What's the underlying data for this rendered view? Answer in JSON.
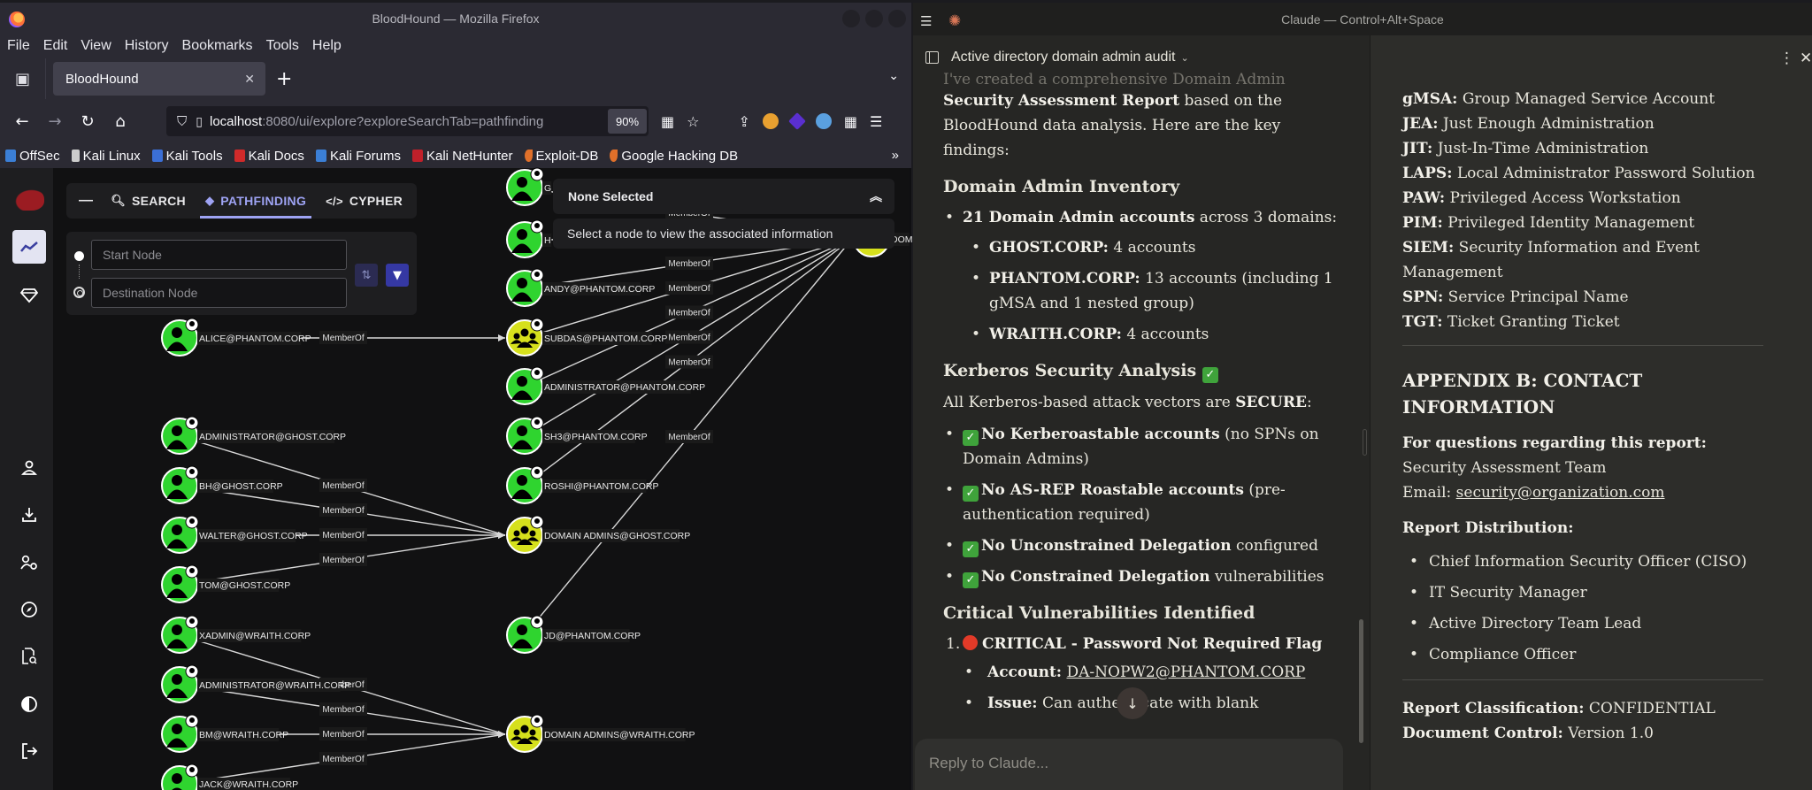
{
  "firefox": {
    "window_title": "BloodHound — Mozilla Firefox",
    "menu": [
      "File",
      "Edit",
      "View",
      "History",
      "Bookmarks",
      "Tools",
      "Help"
    ],
    "tab_title": "BloodHound",
    "url_host": "localhost",
    "url_path": ":8080/ui/explore?exploreSearchTab=pathfinding",
    "zoom": "90%",
    "bookmarks": [
      {
        "label": "OffSec",
        "color": "#3b7fd6"
      },
      {
        "label": "Kali Linux",
        "color": "#cccccc"
      },
      {
        "label": "Kali Tools",
        "color": "#3b6fd6"
      },
      {
        "label": "Kali Docs",
        "color": "#d02a2a"
      },
      {
        "label": "Kali Forums",
        "color": "#3b7fd6"
      },
      {
        "label": "Kali NetHunter",
        "color": "#c0202a"
      },
      {
        "label": "Exploit-DB",
        "color": "#e0702a"
      },
      {
        "label": "Google Hacking DB",
        "color": "#e0702a"
      }
    ]
  },
  "bloodhound": {
    "search_tabs": [
      {
        "label": "SEARCH",
        "icon": "search-icon"
      },
      {
        "label": "PATHFINDING",
        "icon": "pathfinding-icon",
        "active": true
      },
      {
        "label": "CYPHER",
        "icon": "code-icon"
      }
    ],
    "start_placeholder": "Start Node",
    "dest_placeholder": "Destination Node",
    "info_title": "None Selected",
    "info_message": "Select a node to view the associated information",
    "edge_label": "MemberOf",
    "user_color": "#2fd42f",
    "group_color": "#d6e01c",
    "nodes": [
      {
        "id": "g",
        "label": "G",
        "type": "user"
      },
      {
        "id": "h",
        "label": "H",
        "type": "user"
      },
      {
        "id": "andy",
        "label": "ANDY@PHANTOM.CORP",
        "type": "user"
      },
      {
        "id": "subdas",
        "label": "SUBDAS@PHANTOM.CORP",
        "type": "group"
      },
      {
        "id": "admphantom",
        "label": "ADMINISTRATOR@PHANTOM.CORP",
        "type": "user"
      },
      {
        "id": "sh3",
        "label": "SH3@PHANTOM.CORP",
        "type": "user"
      },
      {
        "id": "roshi",
        "label": "ROSHI@PHANTOM.CORP",
        "type": "user"
      },
      {
        "id": "daghost",
        "label": "DOMAIN ADMINS@GHOST.CORP",
        "type": "group"
      },
      {
        "id": "jd",
        "label": "JD@PHANTOM.CORP",
        "type": "user"
      },
      {
        "id": "dawraith",
        "label": "DOMAIN ADMINS@WRAITH.CORP",
        "type": "group"
      },
      {
        "id": "alice",
        "label": "ALICE@PHANTOM.CORP",
        "type": "user"
      },
      {
        "id": "admghost",
        "label": "ADMINISTRATOR@GHOST.CORP",
        "type": "user"
      },
      {
        "id": "bh",
        "label": "BH@GHOST.CORP",
        "type": "user"
      },
      {
        "id": "walter",
        "label": "WALTER@GHOST.CORP",
        "type": "user"
      },
      {
        "id": "tom",
        "label": "TOM@GHOST.CORP",
        "type": "user"
      },
      {
        "id": "xadmin",
        "label": "XADMIN@WRAITH.CORP",
        "type": "user"
      },
      {
        "id": "admwraith",
        "label": "ADMINISTRATOR@WRAITH.CORP",
        "type": "user"
      },
      {
        "id": "bm",
        "label": "BM@WRAITH.CORP",
        "type": "user"
      },
      {
        "id": "jack",
        "label": "JACK@WRAITH.CORP",
        "type": "user"
      },
      {
        "id": "daphantom",
        "label": "DOM",
        "type": "group"
      }
    ],
    "edges": [
      [
        "alice",
        "subdas"
      ],
      [
        "admghost",
        "daghost"
      ],
      [
        "bh",
        "daghost"
      ],
      [
        "walter",
        "daghost"
      ],
      [
        "tom",
        "daghost"
      ],
      [
        "xadmin",
        "dawraith"
      ],
      [
        "admwraith",
        "dawraith"
      ],
      [
        "bm",
        "dawraith"
      ],
      [
        "jack",
        "dawraith"
      ],
      [
        "g",
        "daphantom"
      ],
      [
        "h",
        "daphantom"
      ],
      [
        "andy",
        "daphantom"
      ],
      [
        "subdas",
        "daphantom"
      ],
      [
        "admphantom",
        "daphantom"
      ],
      [
        "sh3",
        "daphantom"
      ],
      [
        "roshi",
        "daphantom"
      ],
      [
        "jd",
        "daphantom"
      ]
    ]
  },
  "claude": {
    "window_title": "Claude — Control+Alt+Space",
    "conversation_title": "Active directory domain admin audit",
    "reply_placeholder": "Reply to Claude...",
    "chat": {
      "intro_faded": "I've created a comprehensive Domain Admin",
      "intro_bold": "Security Assessment Report",
      "intro_rest": " based on the BloodHound data analysis. Here are the key findings:",
      "inventory_heading": "Domain Admin Inventory",
      "inventory_summary_bold": "21 Domain Admin accounts",
      "inventory_summary_rest": " across 3 domains:",
      "domains": [
        {
          "name": "GHOST.CORP:",
          "value": " 4 accounts"
        },
        {
          "name": "PHANTOM.CORP:",
          "value": " 13 accounts (including 1 gMSA and 1 nested group)"
        },
        {
          "name": "WRAITH.CORP:",
          "value": " 4 accounts"
        }
      ],
      "kerberos_heading": "Kerberos Security Analysis",
      "kerberos_intro": "All Kerberos-based attack vectors are ",
      "kerberos_intro_bold": "SECURE",
      "kerberos_items": [
        {
          "bold": "No Kerberoastable accounts",
          "rest": " (no SPNs on Domain Admins)"
        },
        {
          "bold": "No AS-REP Roastable accounts",
          "rest": " (pre-authentication required)"
        },
        {
          "bold": "No Unconstrained Delegation",
          "rest": " configured"
        },
        {
          "bold": "No Constrained Delegation",
          "rest": " vulnerabilities"
        }
      ],
      "critical_heading": "Critical Vulnerabilities Identified",
      "critical_item": "CRITICAL - Password Not Required Flag",
      "account_label": "Account:",
      "account_value": "DA-NOPW2@PHANTOM.CORP",
      "issue_label": "Issue:",
      "issue_value": "Can authenticate with blank"
    },
    "artifact": {
      "glossary": [
        {
          "term": "gMSA:",
          "def": " Group Managed Service Account"
        },
        {
          "term": "JEA:",
          "def": " Just Enough Administration"
        },
        {
          "term": "JIT:",
          "def": " Just-In-Time Administration"
        },
        {
          "term": "LAPS:",
          "def": " Local Administrator Password Solution"
        },
        {
          "term": "PAW:",
          "def": " Privileged Access Workstation"
        },
        {
          "term": "PIM:",
          "def": " Privileged Identity Management"
        },
        {
          "term": "SIEM:",
          "def": " Security Information and Event Management"
        },
        {
          "term": "SPN:",
          "def": " Service Principal Name"
        },
        {
          "term": "TGT:",
          "def": " Ticket Granting Ticket"
        }
      ],
      "appendix_heading": "APPENDIX B: CONTACT INFORMATION",
      "questions_label": "For questions regarding this report:",
      "team": "Security Assessment Team",
      "email_label": "Email: ",
      "email": "security@organization.com",
      "distribution_label": "Report Distribution:",
      "distribution": [
        "Chief Information Security Officer (CISO)",
        "IT Security Manager",
        "Active Directory Team Lead",
        "Compliance Officer"
      ],
      "classification_label": "Report Classification:",
      "classification_value": " CONFIDENTIAL",
      "control_label": "Document Control:",
      "control_value": " Version 1.0"
    }
  }
}
